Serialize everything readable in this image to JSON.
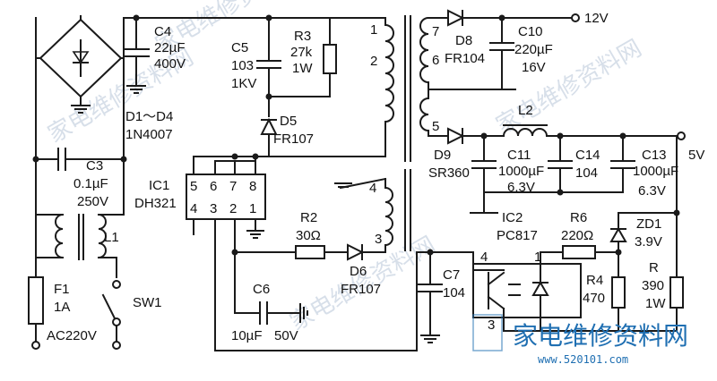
{
  "components": {
    "c4": [
      "C4",
      "22µF",
      "400V"
    ],
    "c5": [
      "C5",
      "103",
      "1KV"
    ],
    "r3": [
      "R3",
      "27k",
      "1W"
    ],
    "d1d4": [
      "D1～D4",
      "1N4007"
    ],
    "d5": [
      "D5",
      "FR107"
    ],
    "c3": [
      "C3",
      "0.1µF",
      "250V"
    ],
    "l1": "L1",
    "ic1": [
      "IC1",
      "DH321"
    ],
    "ic1_pins_top": [
      "5",
      "6",
      "7",
      "8"
    ],
    "ic1_pins_bottom": [
      "4",
      "3",
      "2",
      "1"
    ],
    "r2": [
      "R2",
      "30Ω"
    ],
    "d6": [
      "D6",
      "FR107"
    ],
    "c6": [
      "C6",
      "10µF",
      "50V"
    ],
    "f1": [
      "F1",
      "1A"
    ],
    "sw1": "SW1",
    "ac": "AC220V",
    "d8": [
      "D8",
      "FR104"
    ],
    "c10": [
      "C10",
      "220µF",
      "16V"
    ],
    "out12": "12V",
    "d9": [
      "D9",
      "SR360"
    ],
    "l2": "L2",
    "c11": [
      "C11",
      "1000µF",
      "6.3V"
    ],
    "c14": [
      "C14",
      "104"
    ],
    "c13": [
      "C13",
      "1000µF",
      "6.3V"
    ],
    "out5": "5V",
    "ic2": [
      "IC2",
      "PC817"
    ],
    "ic2_pins": [
      "4",
      "1",
      "3"
    ],
    "r6": [
      "R6",
      "220Ω"
    ],
    "zd1": [
      "ZD1",
      "3.9V"
    ],
    "c7": [
      "C7",
      "104"
    ],
    "r4": [
      "R4",
      "470"
    ],
    "r": [
      "R",
      "390",
      "1W"
    ],
    "transformer_pins": [
      "1",
      "2",
      "3",
      "4",
      "5",
      "6",
      "7"
    ]
  },
  "watermark": {
    "text": "家电维修资料网",
    "logo_text": "家电维修资料网",
    "logo_url": "www.520101.com"
  }
}
